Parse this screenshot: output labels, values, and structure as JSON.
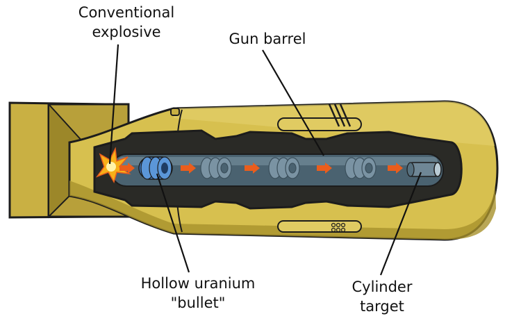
{
  "labels": {
    "explosive": [
      "Conventional",
      "explosive"
    ],
    "barrel": [
      "Gun barrel"
    ],
    "bullet": [
      "Hollow uranium",
      "\"bullet\""
    ],
    "target": [
      "Cylinder",
      "target"
    ]
  },
  "colors": {
    "casing": "#d7c04f",
    "casing_dark": "#b19c2e",
    "casing_shadow": "#8c7a22",
    "outline": "#1c1c1c",
    "interior": "#2a2a26",
    "barrel": "#4a6270",
    "barrel_light": "#7d97a5",
    "rings": "#7a93a3",
    "bullet_blue": "#3e7bc4",
    "arrow": "#ea5d1c",
    "flash": "#f7b019"
  },
  "icons": [
    "explosion-flash",
    "motion-arrow",
    "uranium-ring",
    "cylinder-target"
  ]
}
